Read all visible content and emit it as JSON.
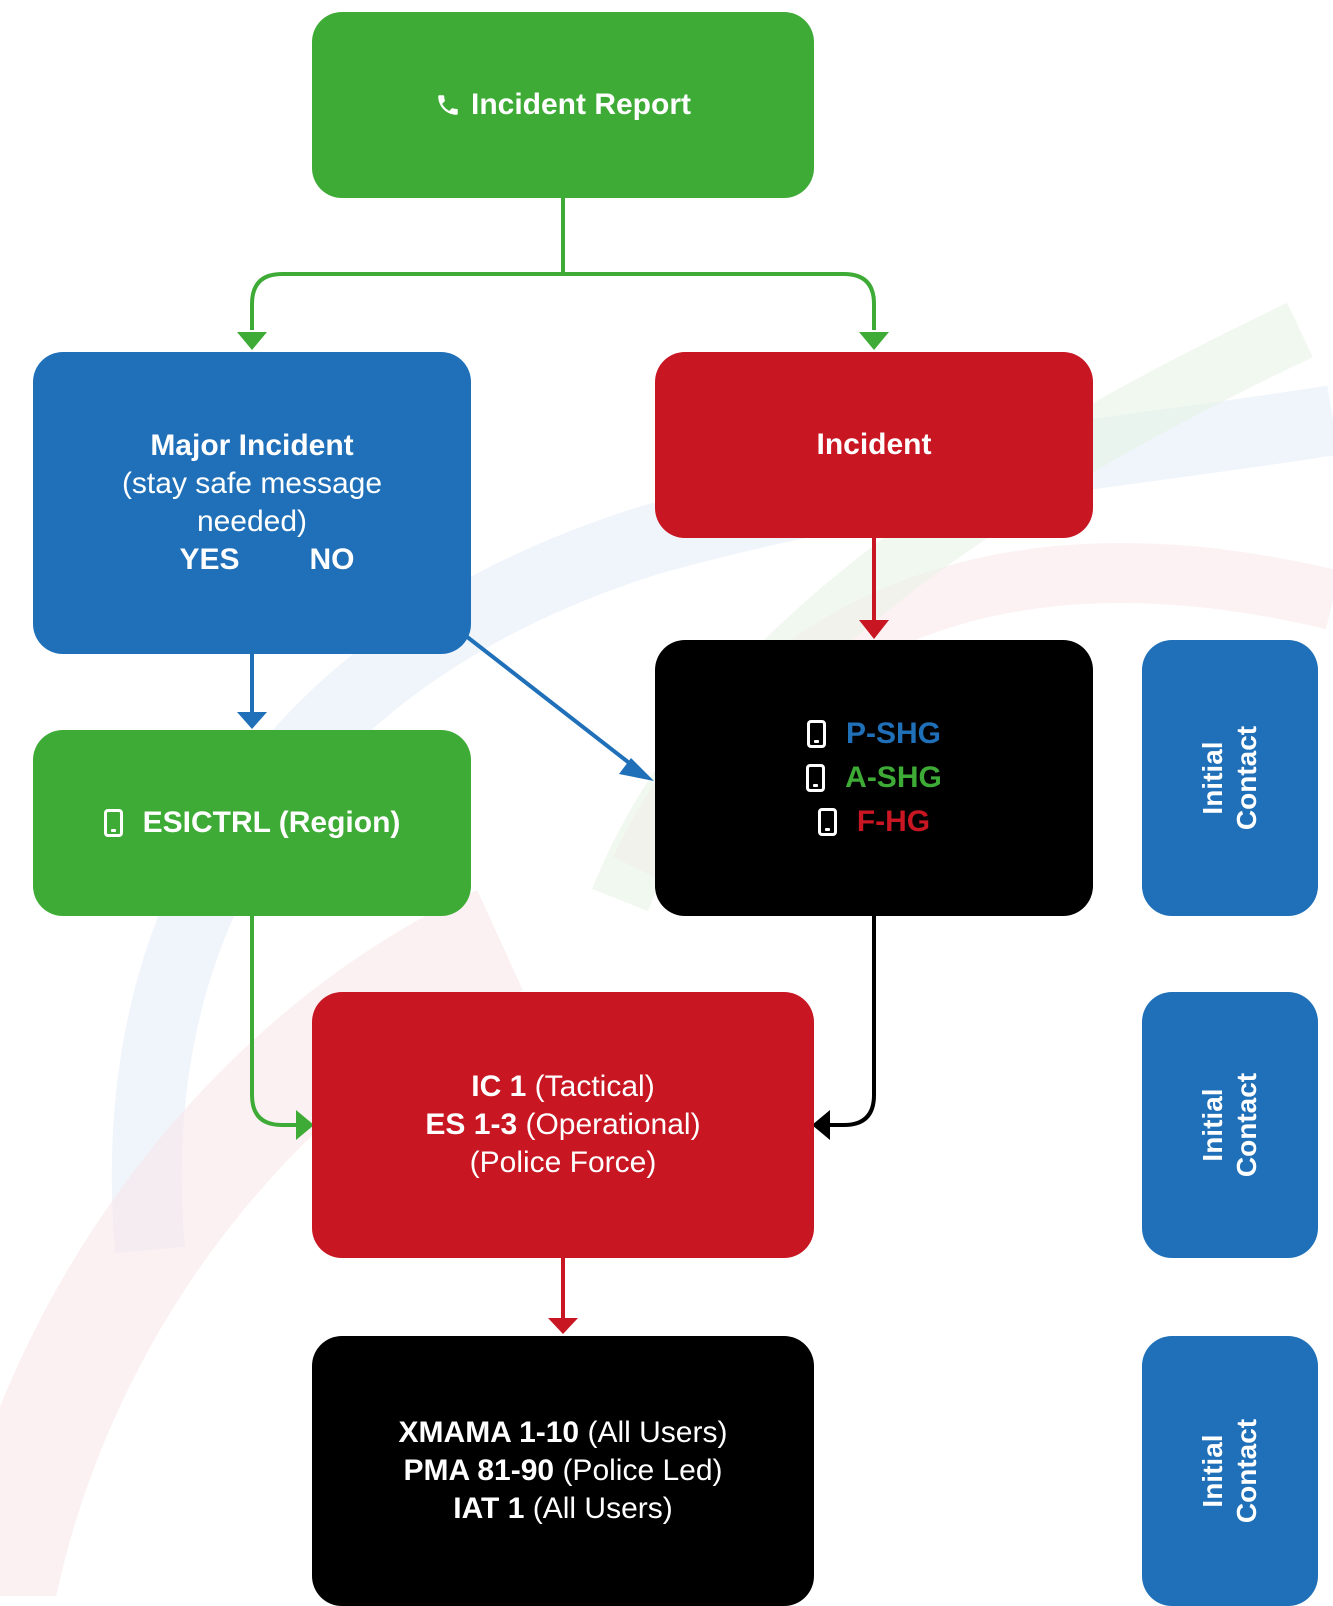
{
  "colors": {
    "green": "#3dab36",
    "blue": "#1f70b8",
    "red": "#c81622",
    "black": "#000000"
  },
  "incident_report": {
    "icon": "phone-icon",
    "label": "Incident Report"
  },
  "major_incident": {
    "title": "Major Incident",
    "subtitle": "(stay safe message needed)",
    "yes_label": "YES",
    "no_label": "NO"
  },
  "incident": {
    "label": "Incident"
  },
  "esictrl": {
    "icon": "mobile-icon",
    "label": "ESICTRL (Region)"
  },
  "talkgroups": [
    {
      "icon": "mobile-icon",
      "label": "P-SHG",
      "color": "#1f70b8"
    },
    {
      "icon": "mobile-icon",
      "label": "A-SHG",
      "color": "#3dab36"
    },
    {
      "icon": "mobile-icon",
      "label": "F-HG",
      "color": "#c81622"
    }
  ],
  "command": {
    "lines": [
      {
        "code": "IC 1",
        "desc": "(Tactical)"
      },
      {
        "code": "ES 1-3",
        "desc": "(Operational)"
      },
      {
        "code": "",
        "desc": "(Police Force)"
      }
    ]
  },
  "mutual_aid": {
    "lines": [
      {
        "code": "XMAMA 1-10",
        "desc": "(All Users)"
      },
      {
        "code": "PMA 81-90",
        "desc": "(Police Led)"
      },
      {
        "code": "IAT 1",
        "desc": "(All Users)"
      }
    ]
  },
  "side_labels": [
    {
      "line1": "Initial",
      "line2": "Contact"
    },
    {
      "line1": "Initial",
      "line2": "Contact"
    },
    {
      "line1": "Initial",
      "line2": "Contact"
    }
  ]
}
